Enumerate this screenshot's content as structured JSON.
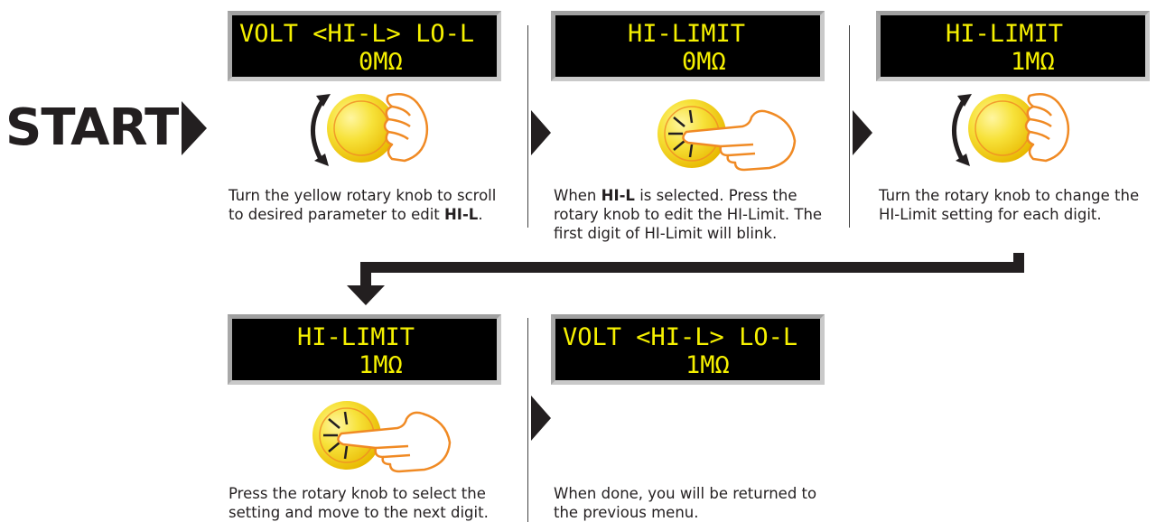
{
  "start_label": "START",
  "steps": [
    {
      "lcd_line1": "VOLT <HI-L> LO-L",
      "lcd_line2": "0MΩ",
      "caption_pre": "Turn the yellow rotary knob to scroll to desired parameter to edit ",
      "caption_bold": "HI-L",
      "caption_post": ".",
      "knob_action": "turn"
    },
    {
      "lcd_line1": "HI-LIMIT",
      "lcd_line2": "0MΩ",
      "caption_pre": "When ",
      "caption_bold": "HI-L",
      "caption_post": " is selected. Press the rotary knob to edit the HI-Limit. The first digit of HI-Limit will blink.",
      "knob_action": "press"
    },
    {
      "lcd_line1": "HI-LIMIT",
      "lcd_line2": "1MΩ",
      "caption_pre": "Turn the rotary knob to change the HI-Limit setting for each digit.",
      "caption_bold": "",
      "caption_post": "",
      "knob_action": "turn"
    },
    {
      "lcd_line1": "HI-LIMIT",
      "lcd_line2": "1MΩ",
      "caption_pre": "Press the rotary knob to select the setting and move to the next digit.",
      "caption_bold": "",
      "caption_post": "",
      "knob_action": "press"
    },
    {
      "lcd_line1": "VOLT <HI-L> LO-L",
      "lcd_line2": "1MΩ",
      "caption_pre": "When done, you will be returned to the previous menu.",
      "caption_bold": "",
      "caption_post": "",
      "knob_action": "none"
    }
  ],
  "colors": {
    "lcd_text": "#f5f000",
    "knob": "#f7d61c",
    "knob_highlight": "#fff6a0",
    "hand_stroke": "#f08a24",
    "ink": "#231f20"
  },
  "icons": [
    "rotate-arrows-icon",
    "knob-icon",
    "hand-icon",
    "press-hand-icon",
    "flow-arrow-icon"
  ]
}
